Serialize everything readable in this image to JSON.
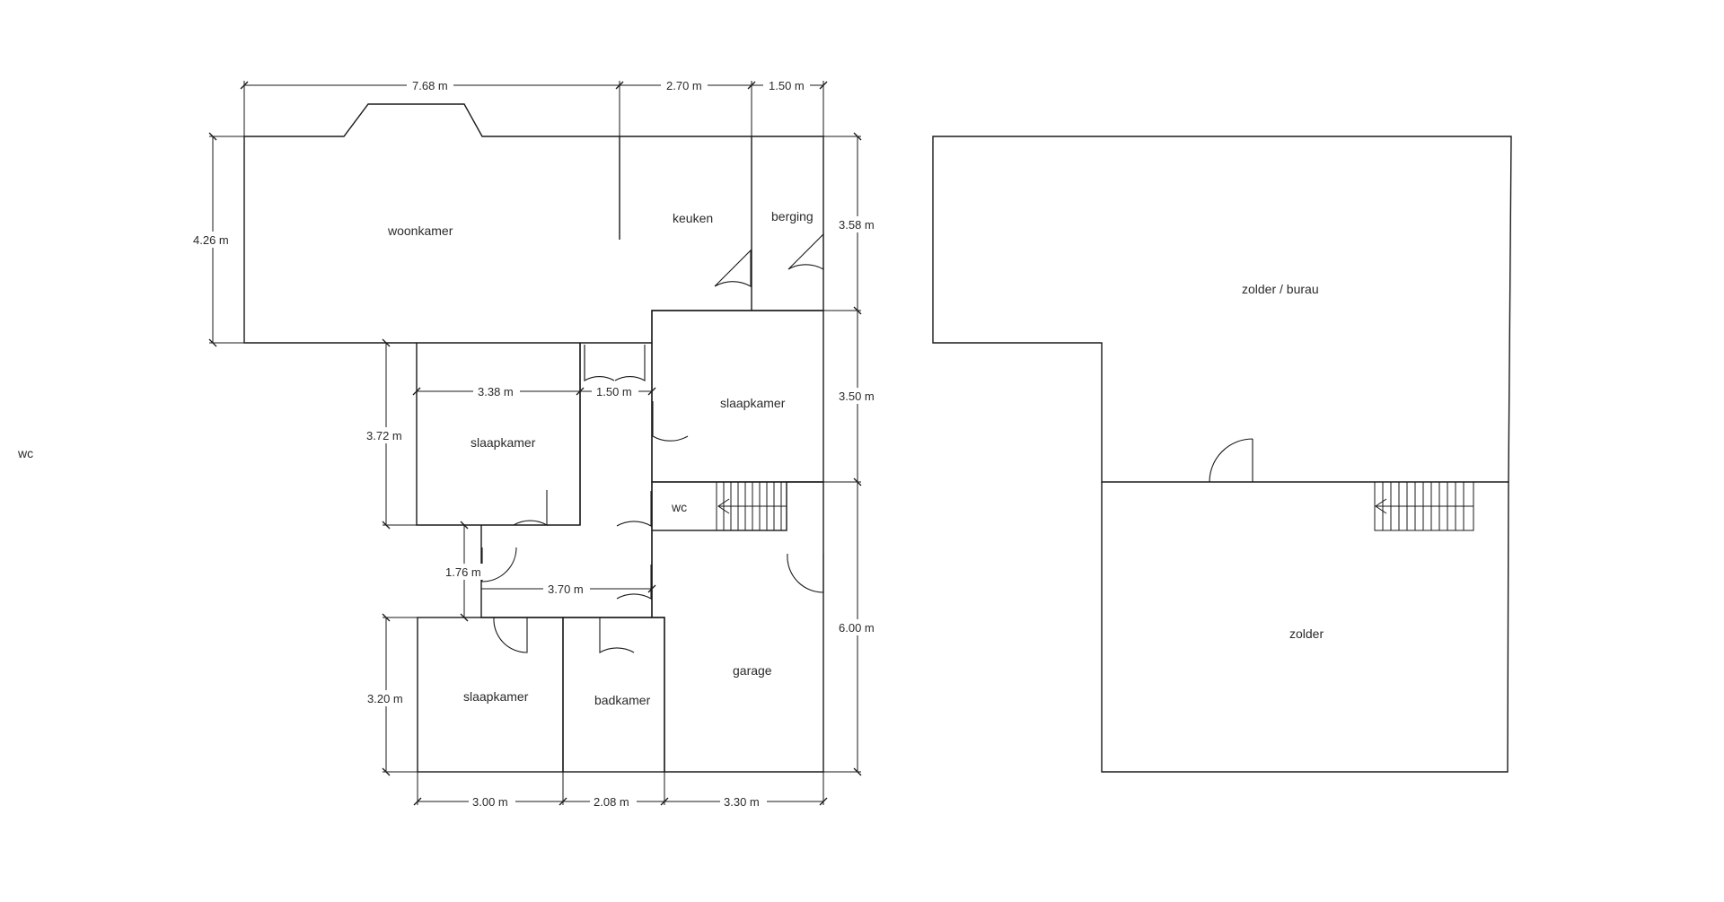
{
  "stray_label": "wc",
  "ground_floor": {
    "rooms": {
      "woonkamer": "woonkamer",
      "keuken": "keuken",
      "berging": "berging",
      "slaapkamer_1": "slaapkamer",
      "slaapkamer_2": "slaapkamer",
      "wc": "wc",
      "slaapkamer_3": "slaapkamer",
      "badkamer": "badkamer",
      "garage": "garage"
    },
    "dimensions": {
      "top_woonkamer": "7.68 m",
      "top_keuken": "2.70 m",
      "top_berging": "1.50 m",
      "left_woonkamer": "4.26 m",
      "right_keuken": "3.58 m",
      "right_slaapkamer": "3.50 m",
      "right_garage": "6.00 m",
      "left_slaapkamer": "3.72 m",
      "inner_slaapkamer_width": "3.38 m",
      "inner_hall_width": "1.50 m",
      "hall_height": "1.76 m",
      "hall_width": "3.70 m",
      "left_bottom": "3.20 m",
      "bottom_slaapkamer": "3.00 m",
      "bottom_badkamer": "2.08 m",
      "bottom_garage": "3.30 m"
    }
  },
  "upper_floor": {
    "rooms": {
      "zolder_burau": "zolder / burau",
      "zolder": "zolder"
    }
  }
}
